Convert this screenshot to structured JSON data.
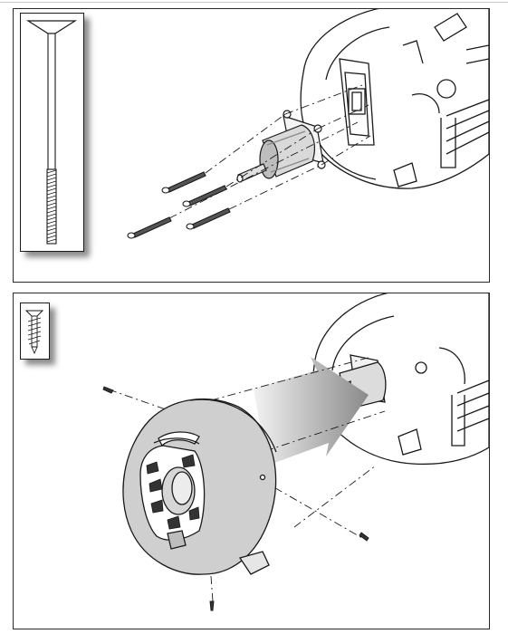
{
  "figure": {
    "panels": [
      {
        "id": "panel-1",
        "inset_part": "long-bolt-icon",
        "parts": [
          "motor-cartridge",
          "long-bolt-icon",
          "housing-shell"
        ],
        "fasteners": 4
      },
      {
        "id": "panel-2",
        "inset_part": "wood-screw-icon",
        "parts": [
          "rotor-cover-dome",
          "assembly-arrow-icon",
          "housing-shell",
          "wood-screw-icon"
        ],
        "fasteners": 3
      }
    ],
    "colors": {
      "line": "#1a1a1a",
      "dome_fill": "#cfcfcf",
      "arrow_dark": "#8a8a8a",
      "arrow_light": "#ececec",
      "shadow": "#555555"
    }
  }
}
